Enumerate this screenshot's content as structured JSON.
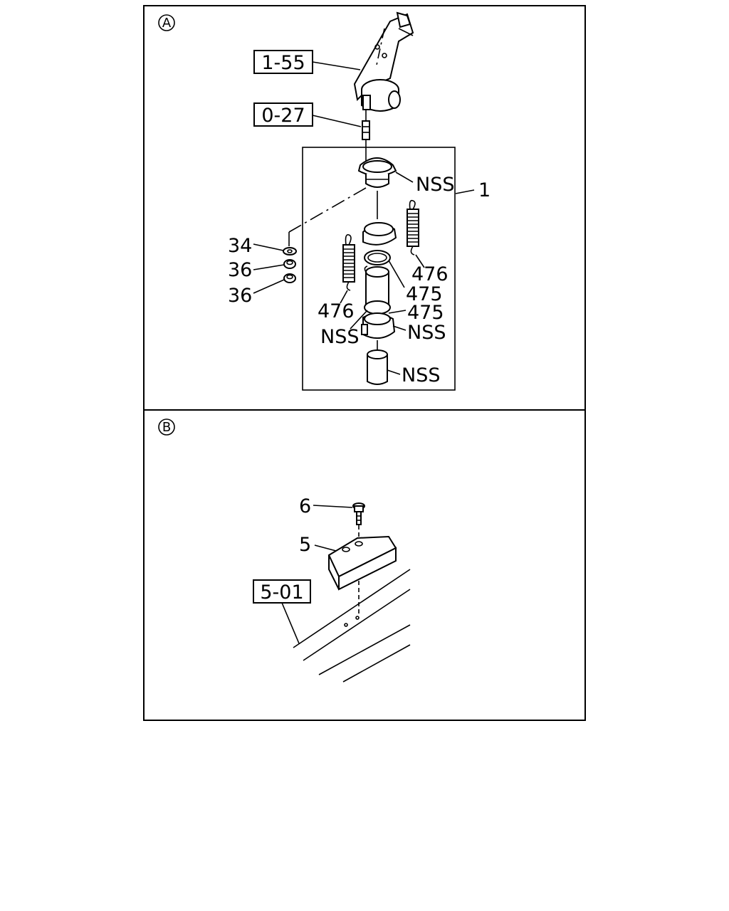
{
  "panels": [
    {
      "marker": "A",
      "labels": {
        "ref_1_55": "1-55",
        "ref_0_27": "0-27",
        "nss_top": "NSS",
        "part_1": "1",
        "part_34": "34",
        "part_36_a": "36",
        "part_36_b": "36",
        "part_476_right": "476",
        "part_475_upper": "475",
        "part_476_left": "476",
        "part_475_lower": "475",
        "nss_left": "NSS",
        "nss_right": "NSS",
        "nss_bottom": "NSS"
      }
    },
    {
      "marker": "B",
      "labels": {
        "part_6": "6",
        "part_5": "5",
        "ref_5_01": "5-01"
      }
    }
  ]
}
